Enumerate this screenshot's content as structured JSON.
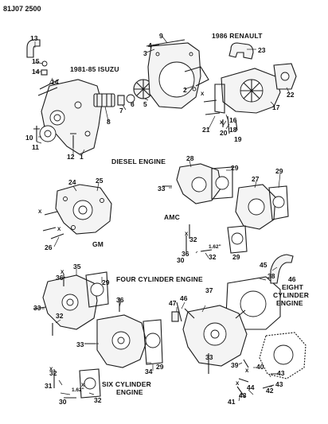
{
  "diagram_code": "81J07 2500",
  "sections": {
    "isuzu": "1981-85 ISUZU",
    "renault": "1986 RENAULT",
    "diesel": "DIESEL ENGINE",
    "amc": "AMC",
    "gm": "GM",
    "four_cyl": "FOUR CYLINDER ENGINE",
    "eight_cyl_1": "EIGHT",
    "eight_cyl_2": "CYLINDER",
    "eight_cyl_3": "ENGINE",
    "six_cyl_1": "SIX CYLINDER",
    "six_cyl_2": "ENGINE"
  },
  "dim_label": "1.62\"",
  "callouts": [
    "1",
    "2",
    "3",
    "4",
    "5",
    "6",
    "7",
    "8",
    "9",
    "10",
    "11",
    "12",
    "13",
    "14",
    "15",
    "16",
    "17",
    "18",
    "19",
    "20",
    "21",
    "22",
    "23",
    "24",
    "25",
    "26",
    "27",
    "28",
    "29",
    "30",
    "31",
    "32",
    "33",
    "34",
    "35",
    "36",
    "37",
    "38",
    "39",
    "40",
    "41",
    "42",
    "43",
    "44",
    "45",
    "46",
    "47"
  ]
}
